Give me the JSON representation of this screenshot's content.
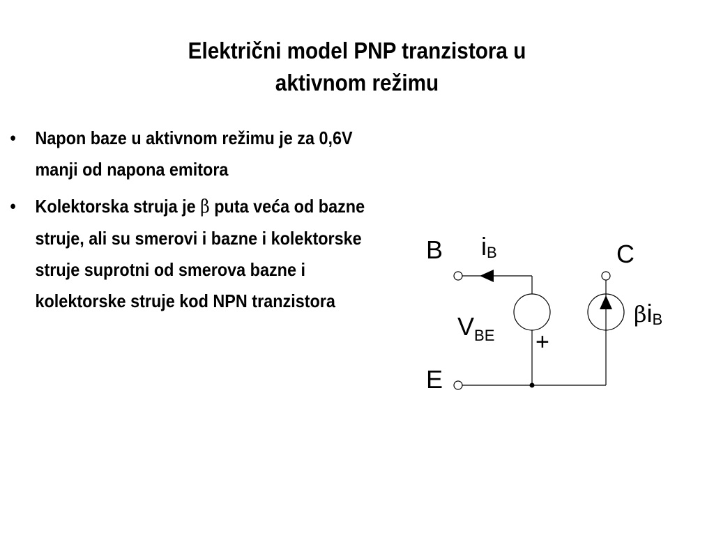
{
  "slide": {
    "title_line1": "Električni model PNP tranzistora u",
    "title_line2": "aktivnom režimu",
    "bullets": [
      {
        "text": "Napon baze u aktivnom režimu je za 0,6V manji od napona emitora"
      },
      {
        "text_before_symbol": "Kolektorska struja je ",
        "symbol": "β",
        "text_after_symbol": " puta veća od bazne struje, ali su smerovi i bazne i kolektorske struje suprotni od smerova bazne i kolektorske struje kod NPN tranzistora"
      }
    ],
    "bullet_glyph": "•"
  },
  "circuit": {
    "base_terminal": "B",
    "collector_terminal": "C",
    "emitter_terminal": "E",
    "base_current": "i",
    "base_current_sub": "B",
    "vbe": "V",
    "vbe_sub": "BE",
    "plus_sign": "+",
    "source_beta": "β",
    "source_current": "i",
    "source_current_sub": "B"
  }
}
